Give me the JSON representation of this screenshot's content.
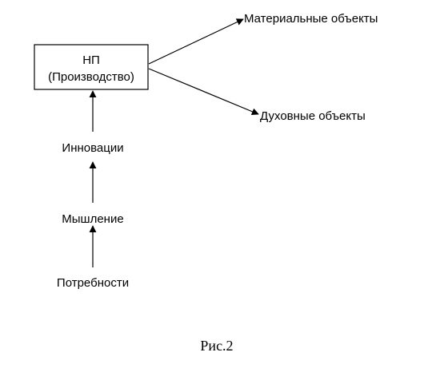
{
  "box": {
    "line1": "НП",
    "line2": "(Производство)"
  },
  "nodes": {
    "material": "Материальные объекты",
    "spiritual": "Духовные объекты",
    "innovations": "Инновации",
    "thinking": "Мышление",
    "needs": "Потребности"
  },
  "caption": "Рис.2"
}
